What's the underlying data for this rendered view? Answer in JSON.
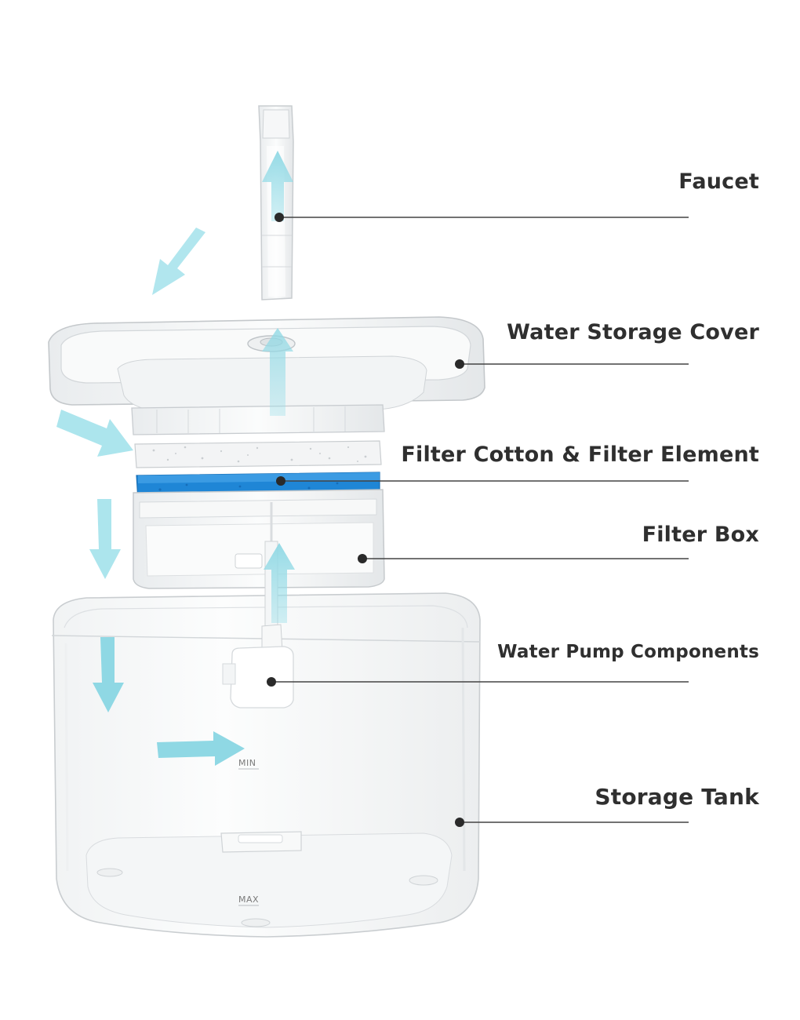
{
  "labels": {
    "faucet": "Faucet",
    "water_storage_cover": "Water Storage Cover",
    "filter_cotton_element": "Filter Cotton & Filter Element",
    "filter_box": "Filter Box",
    "water_pump_components": "Water Pump Components",
    "storage_tank": "Storage Tank"
  },
  "markings": {
    "min": "MIN",
    "max": "MAX"
  },
  "colors": {
    "flow_arrow": "#9ee0ea",
    "filter_blue": "#1f86d6",
    "leader_line": "#444444",
    "label_text": "#2f2f2f"
  },
  "icons": {
    "flow": "flow-arrow-icon",
    "pointer": "leader-dot-icon"
  }
}
